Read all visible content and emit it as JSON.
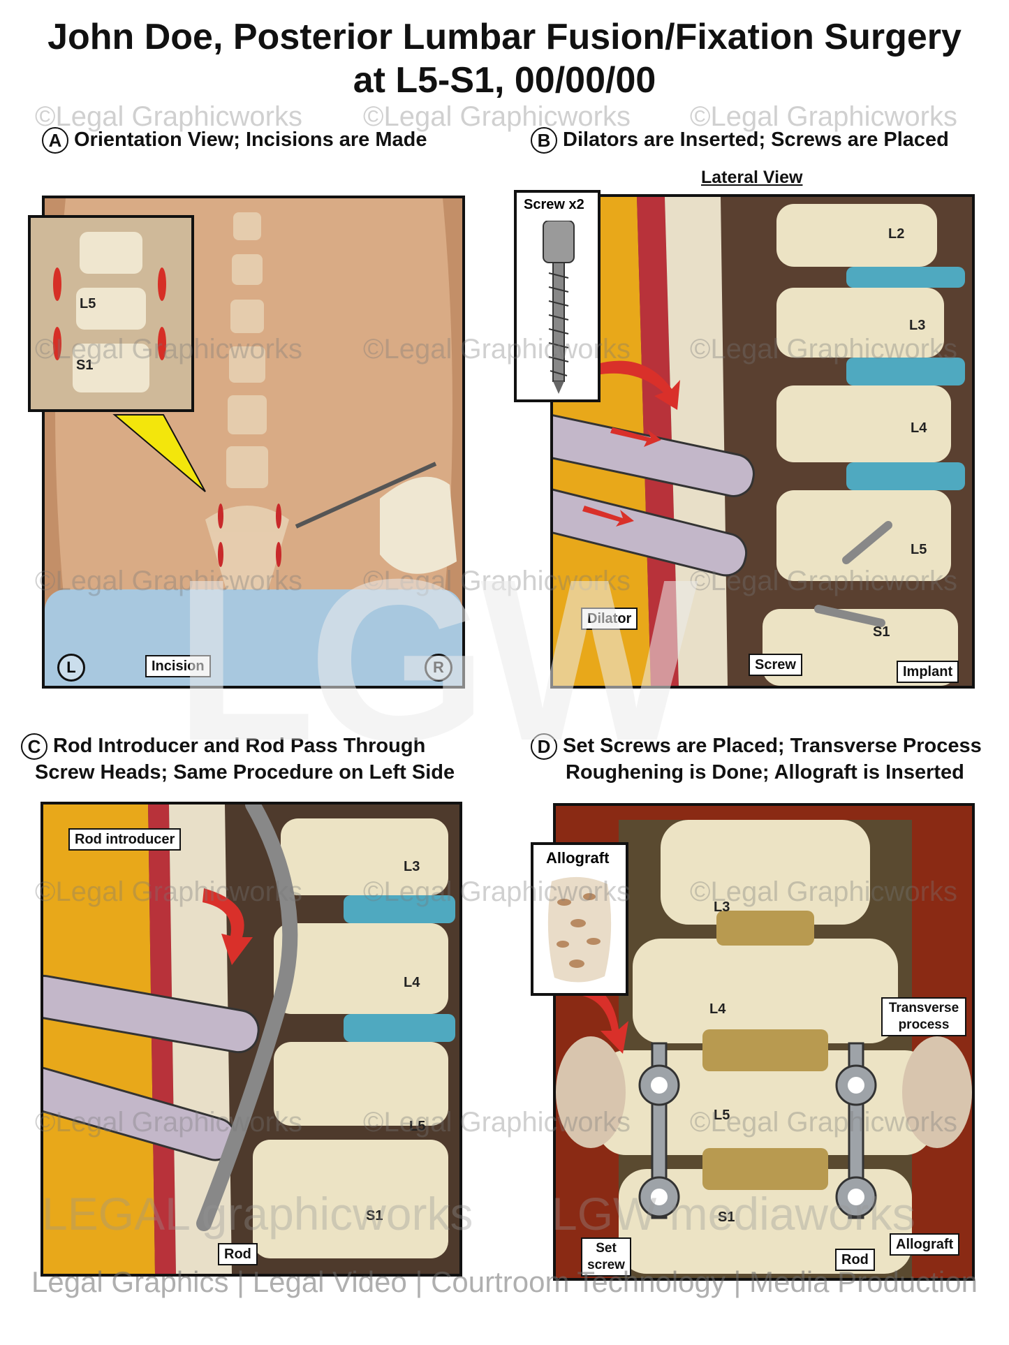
{
  "title": {
    "line1": "John Doe, Posterior Lumbar Fusion/Fixation Surgery",
    "line2": "at L5-S1, 00/00/00"
  },
  "panels": {
    "a": {
      "letter": "A",
      "title": "Orientation View; Incisions are Made",
      "inset_labels": {
        "l5": "L5",
        "s1": "S1"
      },
      "incision_label": "Incision",
      "left_marker": "L",
      "right_marker": "R"
    },
    "b": {
      "letter": "B",
      "title": "Dilators are Inserted; Screws are Placed",
      "subtitle": "Lateral View",
      "screw_inset": "Screw x2",
      "levels": [
        "L2",
        "L3",
        "L4",
        "L5",
        "S1"
      ],
      "dilator_label": "Dilator",
      "screw_label": "Screw",
      "implant_label": "Implant"
    },
    "c": {
      "letter": "C",
      "title_line1": "Rod Introducer and Rod Pass Through",
      "title_line2": "Screw Heads; Same Procedure on Left Side",
      "levels": [
        "L3",
        "L4",
        "L5",
        "S1"
      ],
      "rod_introducer_label": "Rod introducer",
      "rod_label": "Rod"
    },
    "d": {
      "letter": "D",
      "title_line1": "Set Screws are Placed; Transverse Process",
      "title_line2": "Roughening is Done; Allograft is Inserted",
      "allograft_inset": "Allograft",
      "levels": [
        "L3",
        "L4",
        "L5",
        "S1"
      ],
      "transverse_label": "Transverse process",
      "set_screw_label": "Set screw",
      "rod_label": "Rod",
      "allograft_label": "Allograft"
    }
  },
  "watermark": "©Legal Graphicworks",
  "center_logo": "LGW",
  "brand_left": "LEGAL graphicworks",
  "brand_right": "LGW mediaworks",
  "footer": "Legal Graphics | Legal Video | Courtroom Technology | Media Production",
  "colors": {
    "bone": "#ece3c4",
    "disc": "#4fa9c0",
    "skin": "#d9ab85",
    "fat": "#e8a81a",
    "arrow": "#d9302a",
    "drape": "#a8c8df"
  }
}
